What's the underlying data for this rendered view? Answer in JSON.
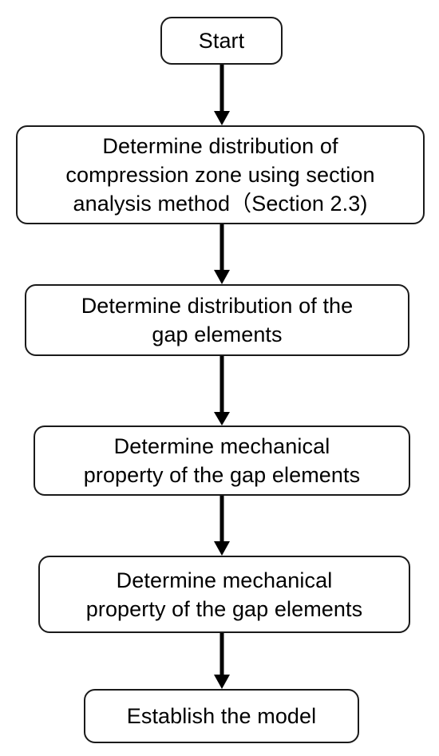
{
  "flowchart": {
    "steps": [
      {
        "label": "Start"
      },
      {
        "label": "Determine distribution of\ncompression zone using section\nanalysis method（Section 2.3)"
      },
      {
        "label": "Determine distribution of the\ngap elements"
      },
      {
        "label": "Determine mechanical\nproperty of the gap elements"
      },
      {
        "label": "Determine mechanical\nproperty of the gap elements"
      },
      {
        "label": "Establish the model"
      }
    ],
    "colors": {
      "stroke": "#1a1a1a",
      "text": "#000000",
      "background": "#ffffff"
    }
  }
}
